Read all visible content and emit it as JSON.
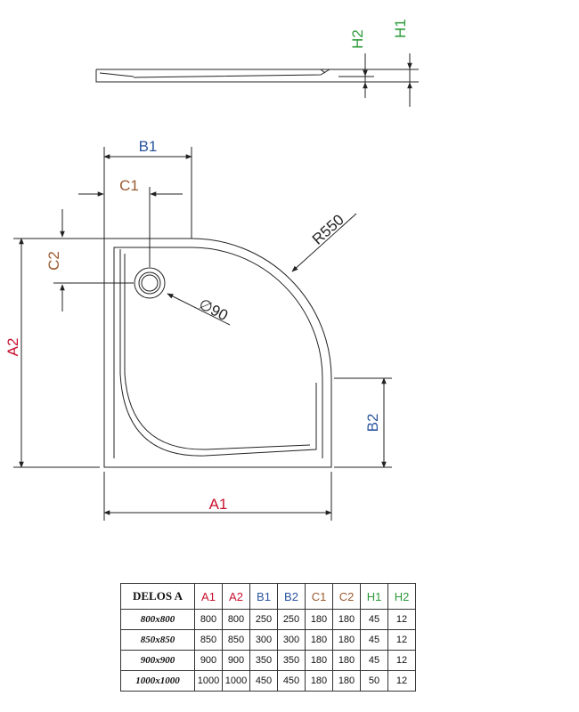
{
  "colors": {
    "A": "#c8102e",
    "B": "#2b55a0",
    "C": "#9a5a2e",
    "H": "#2e9a3a",
    "line": "#222222"
  },
  "labels": {
    "H1": "H1",
    "H2": "H2",
    "B1": "B1",
    "C1": "C1",
    "C2": "C2",
    "A2": "A2",
    "A1": "A1",
    "B2": "B2",
    "R": "R550",
    "drain": "∅90"
  },
  "table": {
    "model_header": "DELOS A",
    "columns": [
      {
        "label": "A1",
        "color": "A"
      },
      {
        "label": "A2",
        "color": "A"
      },
      {
        "label": "B1",
        "color": "B"
      },
      {
        "label": "B2",
        "color": "B"
      },
      {
        "label": "C1",
        "color": "C"
      },
      {
        "label": "C2",
        "color": "C"
      },
      {
        "label": "H1",
        "color": "H"
      },
      {
        "label": "H2",
        "color": "H"
      }
    ],
    "rows": [
      {
        "model": "800x800",
        "values": [
          "800",
          "800",
          "250",
          "250",
          "180",
          "180",
          "45",
          "12"
        ]
      },
      {
        "model": "850x850",
        "values": [
          "850",
          "850",
          "300",
          "300",
          "180",
          "180",
          "45",
          "12"
        ]
      },
      {
        "model": "900x900",
        "values": [
          "900",
          "900",
          "350",
          "350",
          "180",
          "180",
          "45",
          "12"
        ]
      },
      {
        "model": "1000x1000",
        "values": [
          "1000",
          "1000",
          "450",
          "450",
          "180",
          "180",
          "50",
          "12"
        ]
      }
    ]
  }
}
